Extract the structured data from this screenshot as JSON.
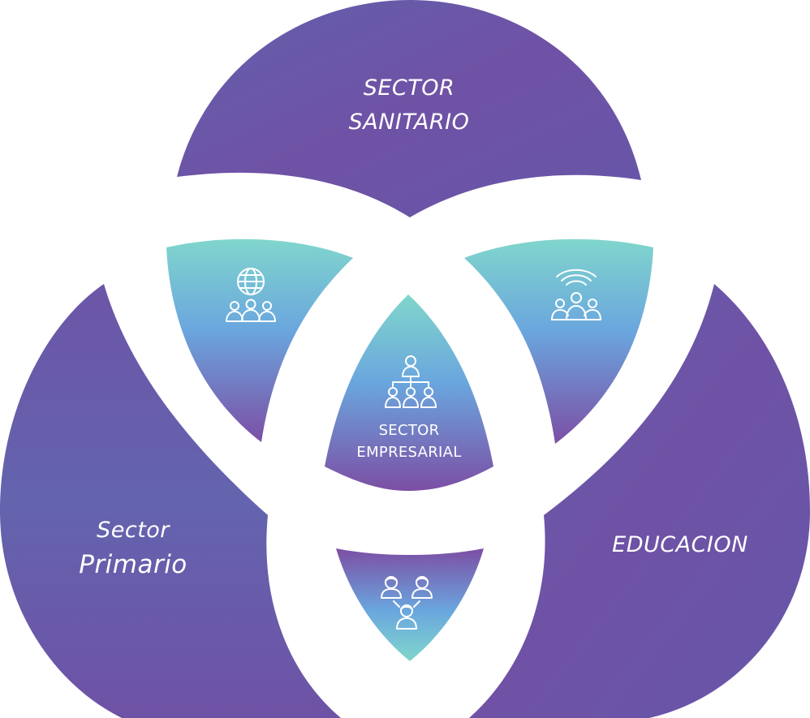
{
  "diagram": {
    "segments": {
      "top": {
        "line1": "SECTOR",
        "line2": "SANITARIO",
        "icon": "sector-sanitario"
      },
      "left": {
        "line1": "Sector",
        "line2": "Primario",
        "icon": "sector-primario"
      },
      "right": {
        "line1": "EDUCACION",
        "icon": "educacion"
      },
      "center": {
        "line1": "SECTOR",
        "line2": "EMPRESARIAL",
        "icon": "org-chart-icon"
      }
    },
    "intersection_icons": {
      "top_left": "globe-people-icon",
      "top_right": "broadcast-group-icon",
      "bottom": "network-people-icon"
    },
    "colors": {
      "outer_purple": "#6a57a8",
      "outer_purple_dark": "#6f4ea3",
      "inner_teal": "#7dd3cf",
      "inner_blue": "#6a9be0",
      "inner_purple": "#7a4fa6",
      "label": "#ffffff"
    }
  }
}
